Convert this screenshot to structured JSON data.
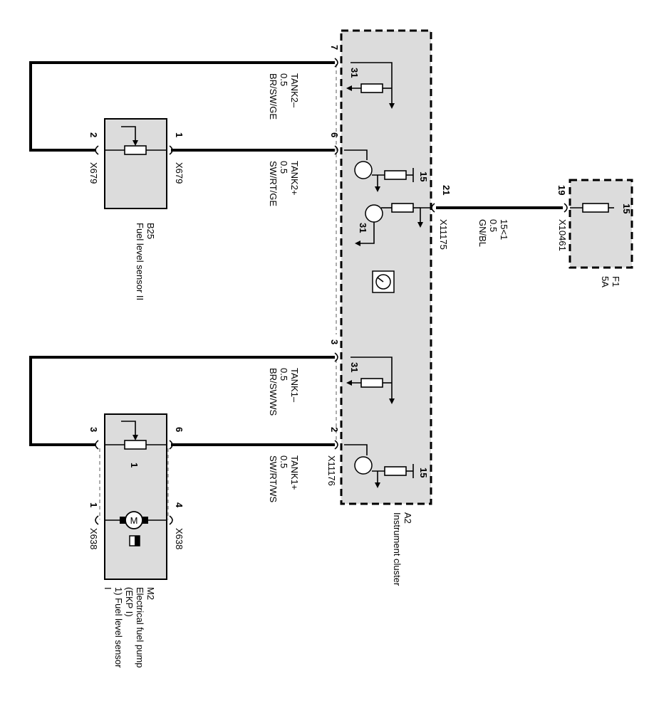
{
  "components": {
    "a2": {
      "id": "A2",
      "name": "Instrument cluster"
    },
    "b25": {
      "id": "B25",
      "name": "Fuel level sensor II"
    },
    "m2": {
      "id": "M2",
      "line1": "Electrical fuel pump",
      "line2": "(EKP I)",
      "line3": "1) Fuel level sensor",
      "line4": "I",
      "inner_mark": "1"
    },
    "f1": {
      "id": "F1",
      "rating": "5A"
    }
  },
  "connectors": {
    "x679": "X679",
    "x638": "X638",
    "x11175": "X11175",
    "x11176": "X11176",
    "x10461": "X10461"
  },
  "pins": {
    "b25_left": "2",
    "b25_right": "1",
    "m2_top_left": "3",
    "m2_top_right": "6",
    "m2_bot_left": "1",
    "m2_bot_right": "4",
    "a2_7": "7",
    "a2_6": "6",
    "a2_3": "3",
    "a2_2": "2",
    "a2_21": "21",
    "f1_19": "19",
    "term_31": "31",
    "term_15": "15"
  },
  "wires": {
    "tank2_minus": {
      "name": "TANK2–",
      "gauge": "0.5",
      "color": "BR/SW/GE"
    },
    "tank2_plus": {
      "name": "TANK2+",
      "gauge": "0.5",
      "color": "SW/RT/GE"
    },
    "tank1_minus": {
      "name": "TANK1–",
      "gauge": "0.5",
      "color": "BR/SW/WS"
    },
    "tank1_plus": {
      "name": "TANK1+",
      "gauge": "0.5",
      "color": "SW/RT/WS"
    },
    "supply": {
      "name": "15<1",
      "gauge": "0.5",
      "color": "GN/BL"
    }
  },
  "symbols": {
    "motor": "M"
  }
}
